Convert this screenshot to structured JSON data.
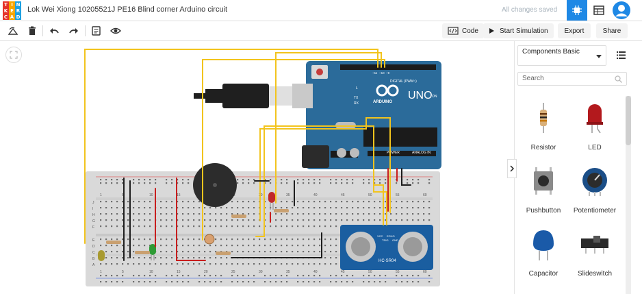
{
  "app": {
    "logo_letters": [
      "T",
      "I",
      "N",
      "K",
      "E",
      "R",
      "C",
      "A",
      "D"
    ],
    "logo_colors": [
      "#e5332a",
      "#f6a500",
      "#1ea0e1",
      "#e5332a",
      "#f6a500",
      "#1ea0e1",
      "#e5332a",
      "#f6a500",
      "#1ea0e1"
    ],
    "project_title": "Lok Wei Xiong 10205521J PE16 Blind corner Arduino circuit",
    "save_status": "All changes saved",
    "accent": "#1e88e5"
  },
  "toolbar": {
    "code_label": "Code",
    "start_simulation_label": "Start Simulation",
    "export_label": "Export",
    "share_label": "Share"
  },
  "panel": {
    "category_label": "Components Basic",
    "search_placeholder": "Search",
    "components": [
      {
        "label": "Resistor",
        "icon": "resistor-icon"
      },
      {
        "label": "LED",
        "icon": "led-icon"
      },
      {
        "label": "Pushbutton",
        "icon": "pushbutton-icon"
      },
      {
        "label": "Potentiometer",
        "icon": "potentiometer-icon"
      },
      {
        "label": "Capacitor",
        "icon": "capacitor-icon"
      },
      {
        "label": "Slideswitch",
        "icon": "slideswitch-icon"
      }
    ]
  },
  "board": {
    "brand": "UNO",
    "label_digital": "DIGITAL (PWM~)",
    "label_analog": "ANALOG IN",
    "label_power": "POWER",
    "label_arduino": "ARDUINO",
    "label_tx": "TX",
    "label_rx": "RX",
    "label_on": "ON",
    "label_l": "L",
    "pin_labels_top": [
      "~11",
      "~10",
      "~9"
    ]
  },
  "breadboard": {
    "column_numbers": [
      "1",
      "5",
      "10",
      "15",
      "20",
      "25",
      "30",
      "35",
      "40",
      "45",
      "50",
      "55",
      "60"
    ],
    "row_letters_top": [
      "J",
      "I",
      "H",
      "G",
      "F"
    ],
    "row_letters_bottom": [
      "E",
      "D",
      "C",
      "B",
      "A"
    ]
  },
  "sensor": {
    "label": "HC-SR04",
    "pins": [
      "VCC",
      "TRIG",
      "ECHO",
      "GND"
    ]
  }
}
